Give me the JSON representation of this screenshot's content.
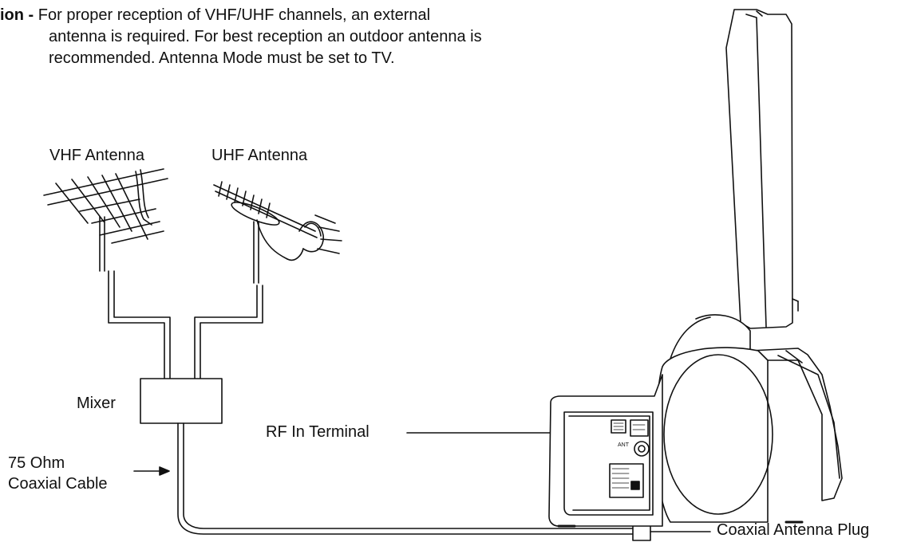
{
  "intro": {
    "lead": "ion - ",
    "text": "For proper reception of VHF/UHF channels, an external",
    "line2": "antenna is required. For best reception an outdoor antenna is",
    "line3": "recommended. Antenna Mode must be set to TV."
  },
  "labels": {
    "vhf_antenna": "VHF Antenna",
    "uhf_antenna": "UHF Antenna",
    "mixer": "Mixer",
    "cable_line1": "75 Ohm",
    "cable_line2": "Coaxial Cable",
    "rf_in_terminal": "RF In Terminal",
    "coaxial_plug": "Coaxial Antenna Plug"
  },
  "panel": {
    "ant_label": "ANT"
  }
}
